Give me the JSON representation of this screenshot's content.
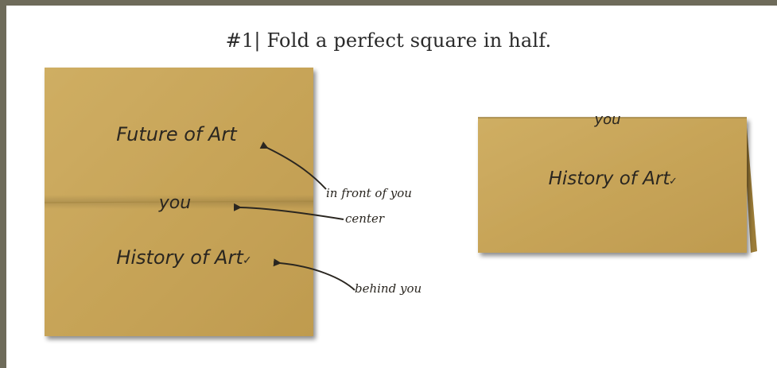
{
  "title": "#1| Fold a perfect square in half.",
  "unfolded_square": {
    "top_label": "Future of Art",
    "middle_label": "you",
    "bottom_label": "History of Art",
    "bottom_checkmark": "✓"
  },
  "annotations": {
    "front": "in front of you",
    "center": "center",
    "behind": "behind you"
  },
  "folded_card": {
    "peek_label": "you",
    "label": "History of Art",
    "checkmark": "✓"
  },
  "colors": {
    "paper": "#c8a55a",
    "paper_dark": "#b8954a",
    "frame": "#6e6b5a",
    "ink": "#2a2620"
  }
}
